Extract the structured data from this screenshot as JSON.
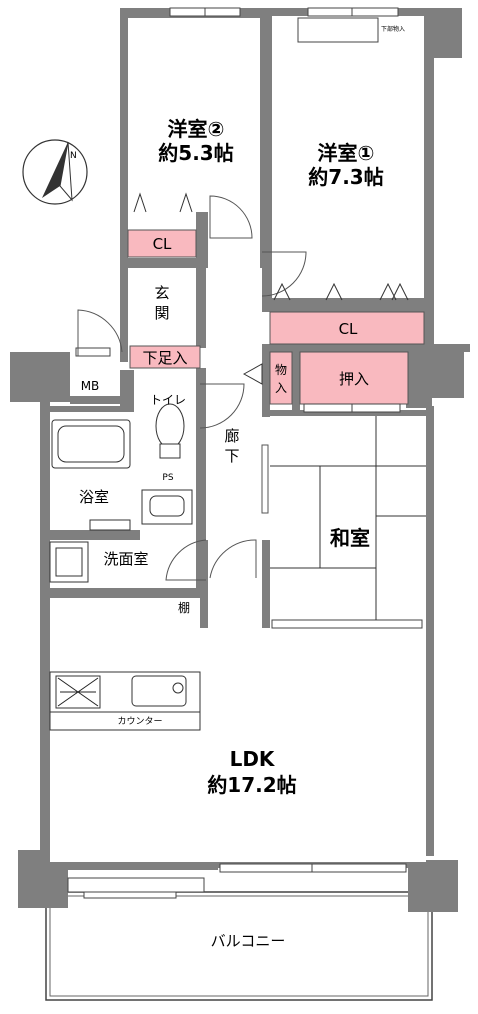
{
  "rooms": {
    "western2": {
      "name": "洋室②",
      "size": "約5.3帖"
    },
    "western1": {
      "name": "洋室①",
      "size": "約7.3帖"
    },
    "washitsu": {
      "name": "和室"
    },
    "ldk": {
      "name": "LDK",
      "size": "約17.2帖"
    },
    "bath": {
      "name": "浴室"
    },
    "washroom": {
      "name": "洗面室"
    },
    "toilet": {
      "name": "トイレ"
    },
    "genkan": {
      "name_line1": "玄",
      "name_line2": "関"
    },
    "corridor": {
      "line1": "廊",
      "line2": "下"
    },
    "balcony": {
      "name": "バルコニー"
    }
  },
  "storage": {
    "cl_western2": "CL",
    "cl_western1": "CL",
    "getabako": "下足入",
    "mono_line1": "物",
    "mono_line2": "入",
    "oshiire": "押入",
    "shelf": "棚",
    "ps": "PS",
    "mb": "MB",
    "counter": "カウンター",
    "shita_storage": "下部物入"
  },
  "compass": {
    "label": "N"
  },
  "colors": {
    "wall": "#7f7f7f",
    "storage_fill": "#f9b9bf",
    "line": "#333333",
    "background": "#ffffff"
  }
}
